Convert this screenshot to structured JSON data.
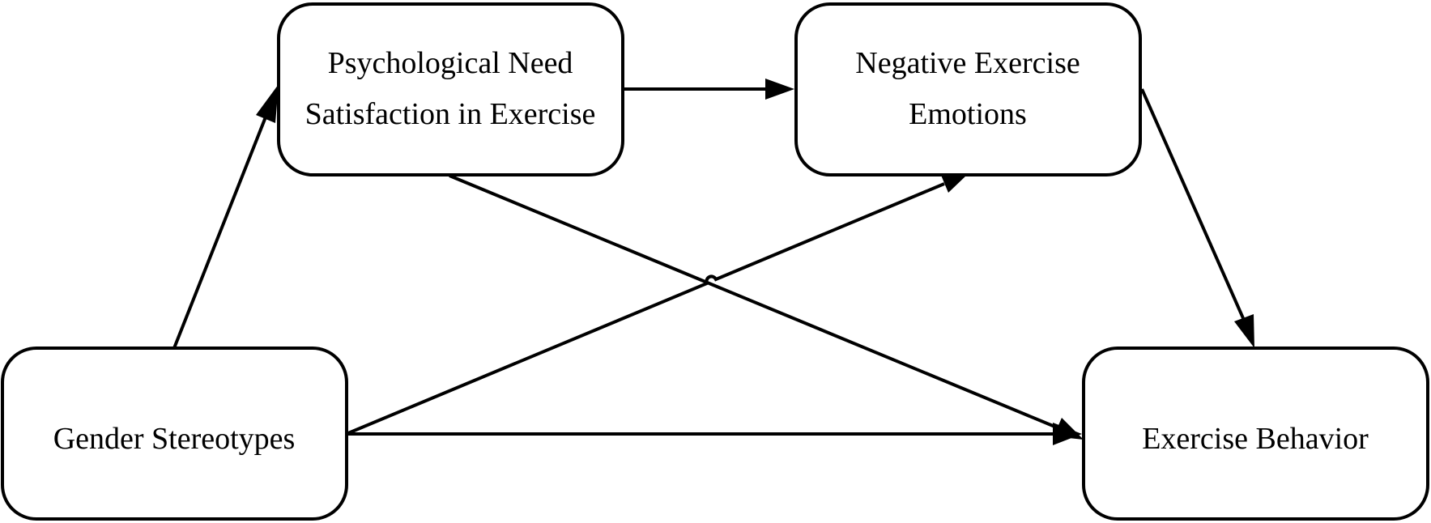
{
  "nodes": {
    "gender_stereotypes": {
      "lines": [
        "Gender Stereotypes"
      ]
    },
    "psych_need": {
      "lines": [
        "Psychological Need",
        "Satisfaction in Exercise"
      ]
    },
    "negative_emotions": {
      "lines": [
        "Negative Exercise",
        "Emotions"
      ]
    },
    "exercise_behavior": {
      "lines": [
        "Exercise Behavior"
      ]
    }
  },
  "edges": [
    {
      "from": "Gender Stereotypes",
      "to": "Psychological Need Satisfaction in Exercise"
    },
    {
      "from": "Psychological Need Satisfaction in Exercise",
      "to": "Negative Exercise Emotions"
    },
    {
      "from": "Negative Exercise Emotions",
      "to": "Exercise Behavior"
    },
    {
      "from": "Gender Stereotypes",
      "to": "Exercise Behavior"
    },
    {
      "from": "Gender Stereotypes",
      "to": "Negative Exercise Emotions"
    },
    {
      "from": "Psychological Need Satisfaction in Exercise",
      "to": "Exercise Behavior"
    }
  ],
  "colors": {
    "stroke": "#000000",
    "fill": "#ffffff"
  }
}
